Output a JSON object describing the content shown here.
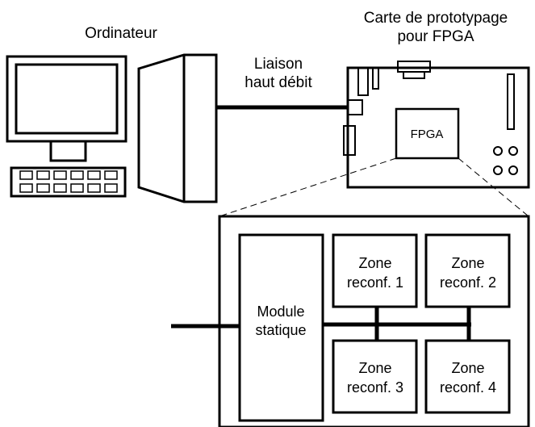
{
  "computer": {
    "label": "Ordinateur"
  },
  "link": {
    "label_line1": "Liaison",
    "label_line2": "haut débit"
  },
  "board": {
    "label_line1": "Carte de prototypage",
    "label_line2": "pour FPGA",
    "chip_label": "FPGA"
  },
  "fpga_detail": {
    "static_module": {
      "line1": "Module",
      "line2": "statique"
    },
    "zones": [
      {
        "line1": "Zone",
        "line2": "reconf. 1"
      },
      {
        "line1": "Zone",
        "line2": "reconf. 2"
      },
      {
        "line1": "Zone",
        "line2": "reconf. 3"
      },
      {
        "line1": "Zone",
        "line2": "reconf. 4"
      }
    ]
  }
}
